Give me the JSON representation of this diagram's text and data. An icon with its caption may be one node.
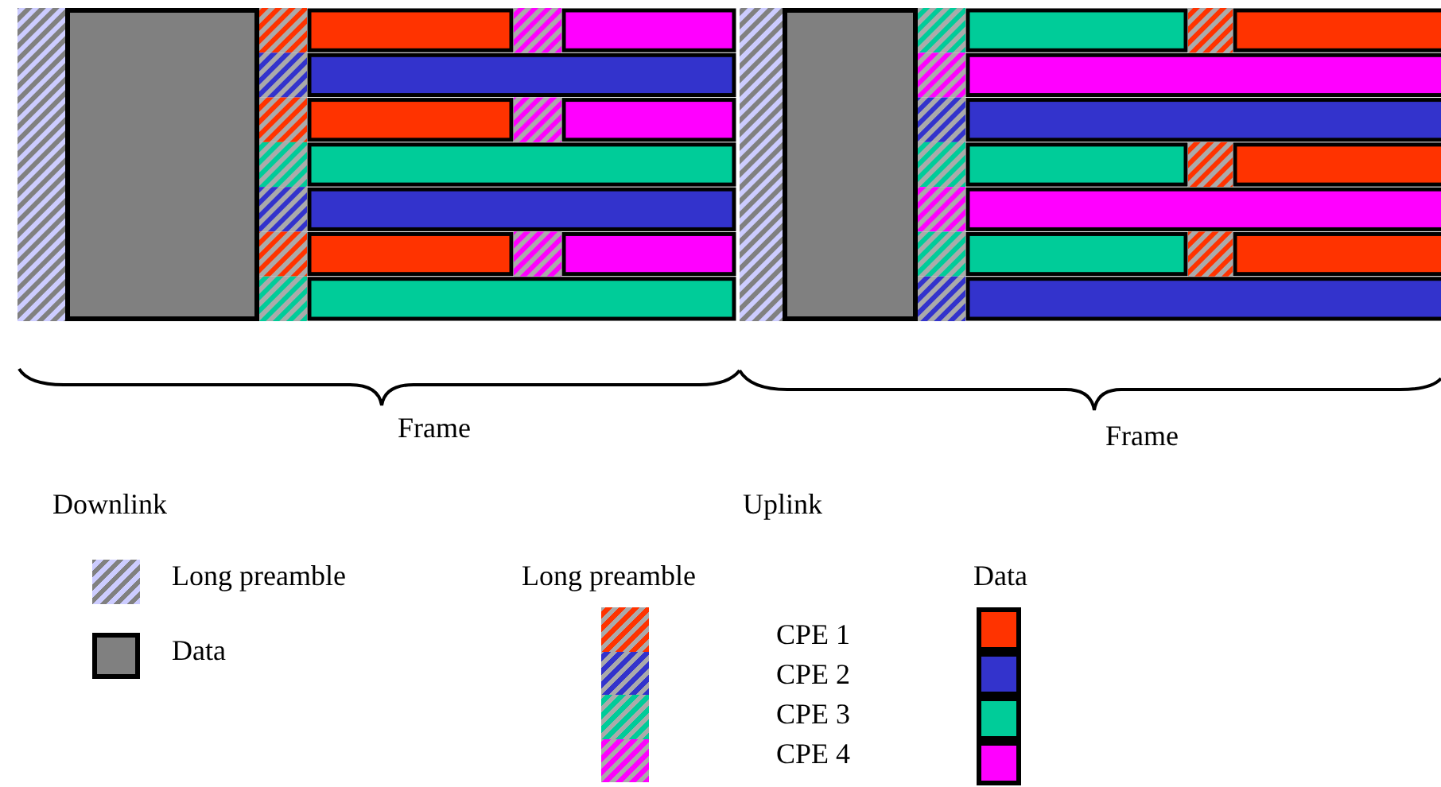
{
  "diagram": {
    "labels": [
      "Frame",
      "Frame",
      "Downlink",
      "Uplink",
      "Long preamble",
      "Data"
    ],
    "legend": [
      {
        "text": "Long preamble"
      },
      {
        "text": "Data",
        "color": "#808080"
      },
      {
        "text": "CPE 1",
        "color": "#ff3300"
      },
      {
        "text": "CPE 2",
        "color": "#3333cc"
      },
      {
        "text": "CPE 3",
        "color": "#00cc99"
      },
      {
        "text": "CPE 4",
        "color": "#ff00ff"
      }
    ]
  }
}
